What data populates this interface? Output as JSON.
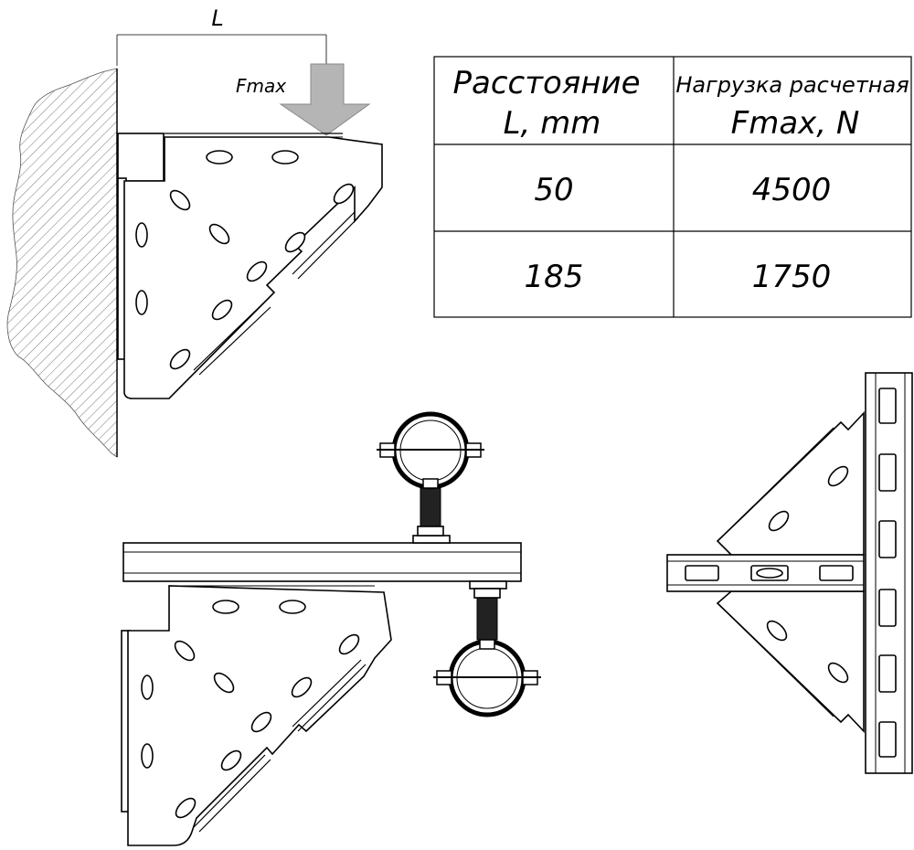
{
  "dimension": {
    "label": "L"
  },
  "force": {
    "label": "Fmax",
    "arrow_color": "#b5b5b5"
  },
  "table": {
    "headers": [
      {
        "line1": "Расстояние",
        "line2": "L, mm"
      },
      {
        "line1": "Нагрузка расчетная",
        "line2": "Fmax, N"
      }
    ],
    "rows": [
      [
        "50",
        "4500"
      ],
      [
        "185",
        "1750"
      ]
    ]
  },
  "views": {
    "wall_mount": "wall-mounted bracket with load",
    "pipe_mount": "bracket with channel and pipe clamps",
    "post_mount": "double bracket on vertical channel"
  }
}
